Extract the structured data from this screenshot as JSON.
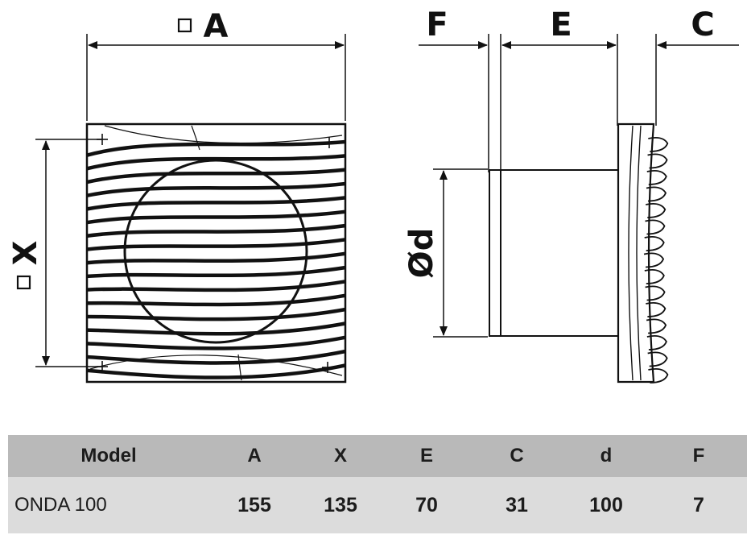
{
  "diagram": {
    "front_labels": {
      "width": "A",
      "height": "X"
    },
    "side_labels": {
      "f": "F",
      "e": "E",
      "c": "C",
      "diameter": "Ød"
    }
  },
  "table": {
    "headers": [
      "Model",
      "A",
      "X",
      "E",
      "C",
      "d",
      "F"
    ],
    "rows": [
      [
        "ONDA 100",
        "155",
        "135",
        "70",
        "31",
        "100",
        "7"
      ]
    ]
  },
  "colors": {
    "line": "#111111",
    "header_bg": "#b9b9b9",
    "row_bg": "#dcdcdc"
  }
}
